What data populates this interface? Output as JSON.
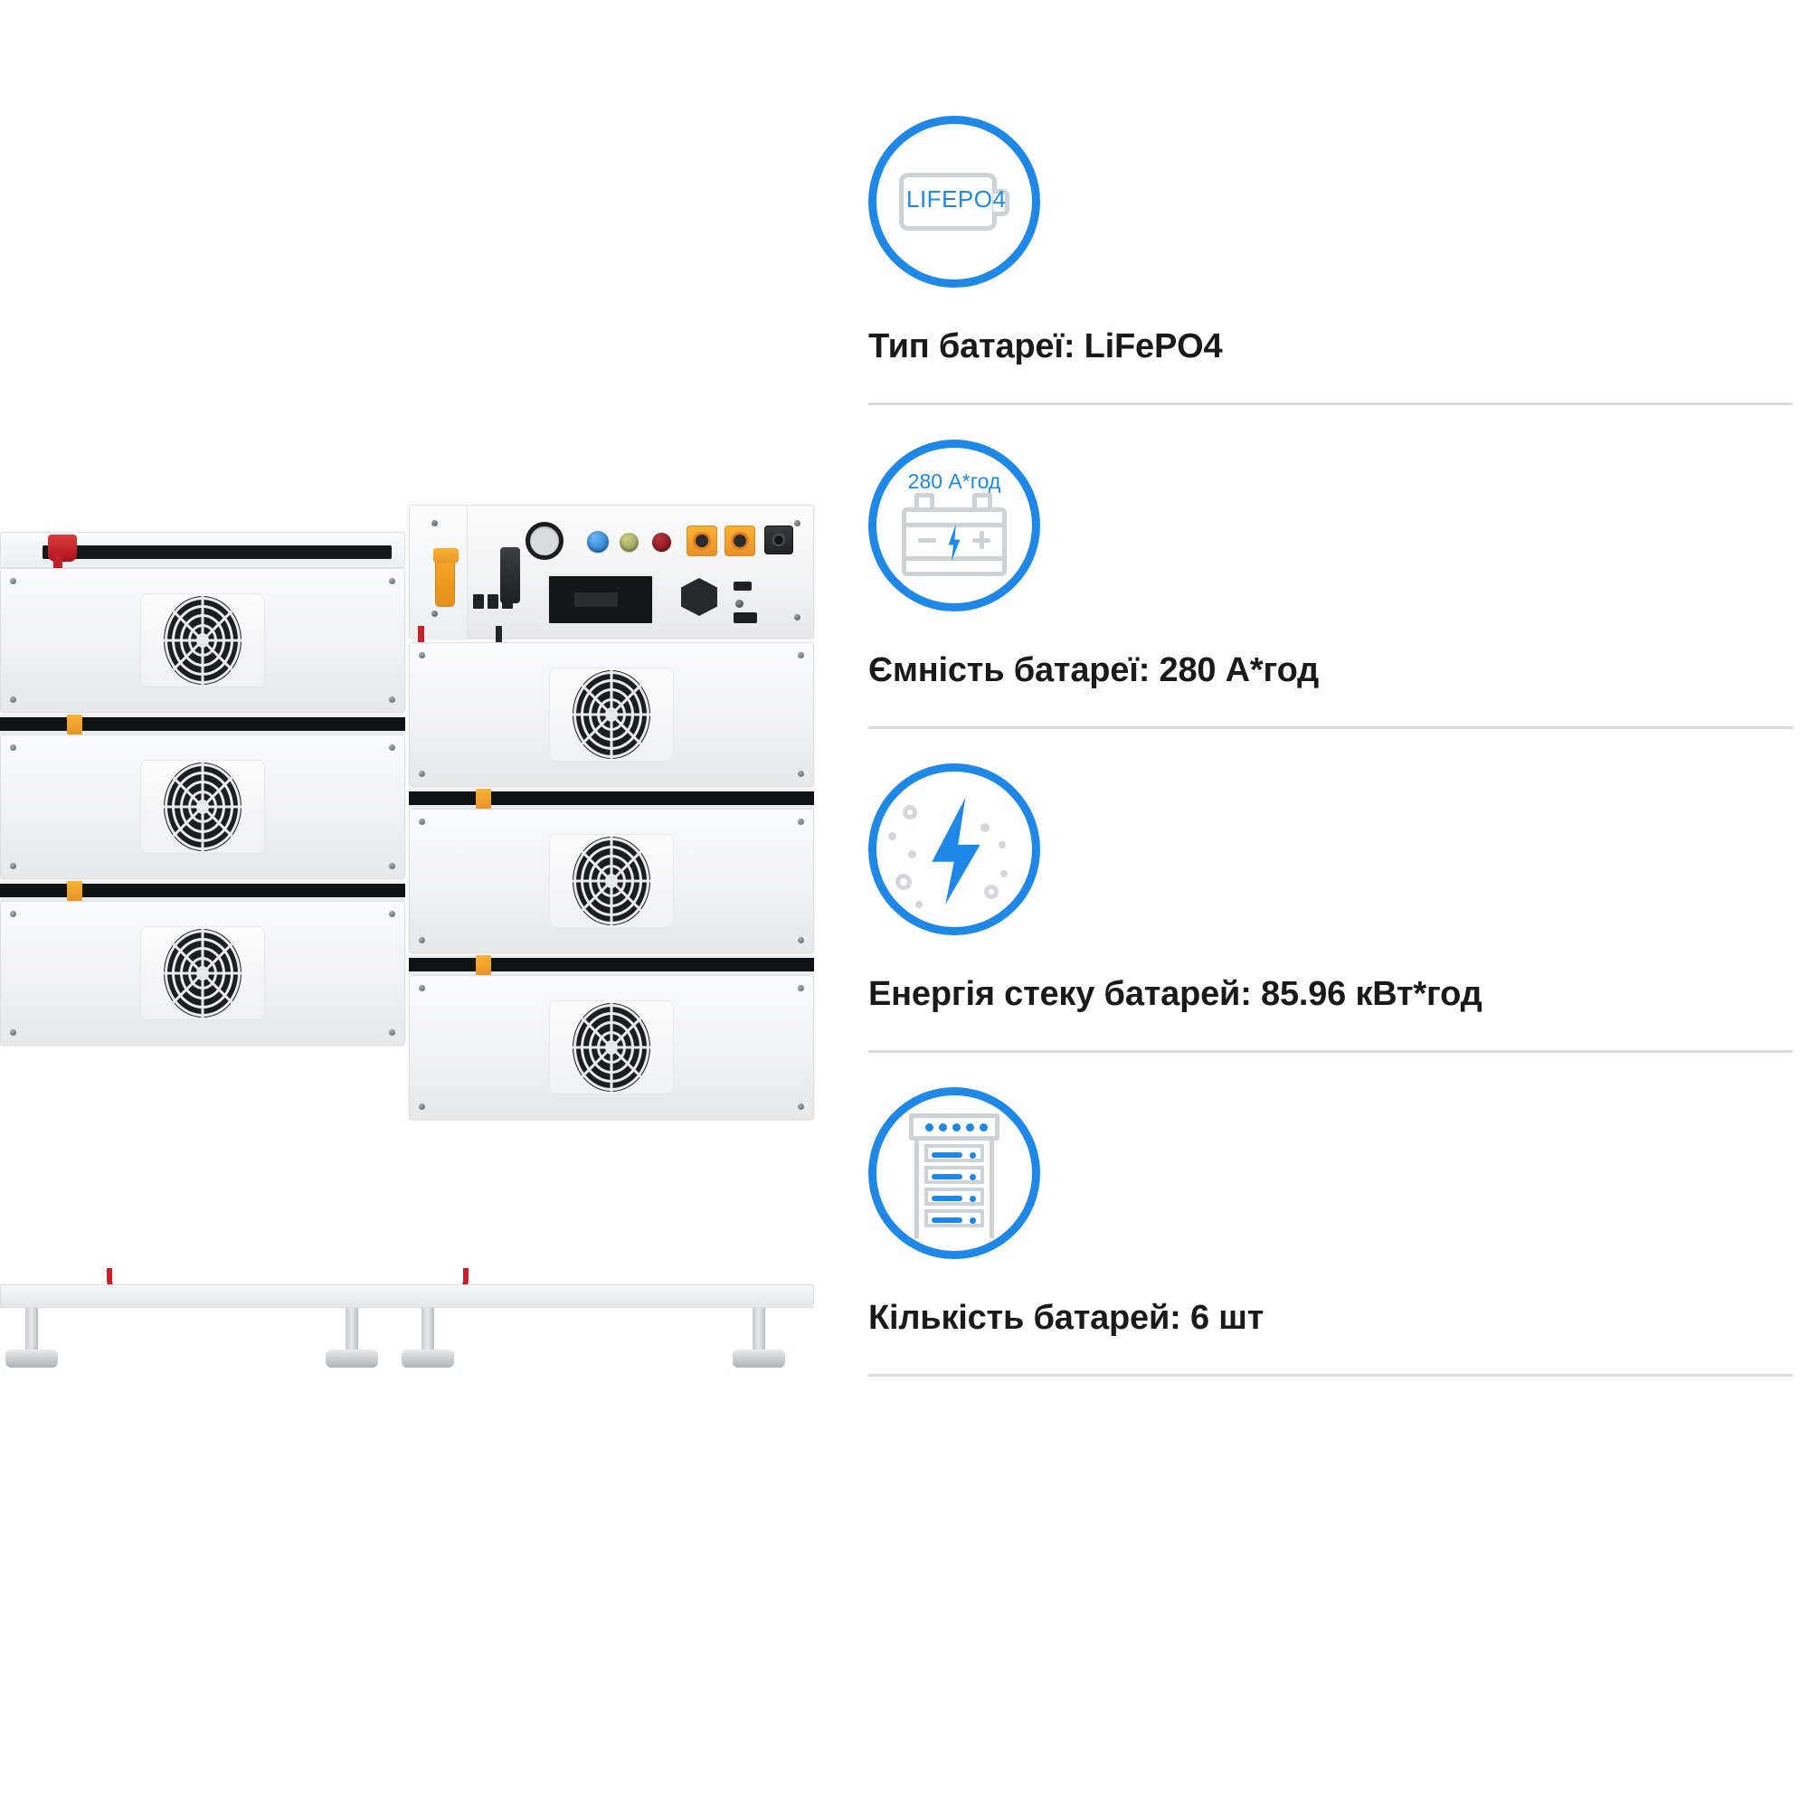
{
  "product_image": {
    "alt": "stack of six white LiFePO4 battery modules with BMS head unit",
    "modules_count": 6,
    "head_unit": {
      "dial": "rotary-selector",
      "indicators": [
        "blue",
        "olive",
        "red"
      ],
      "orange_ports": 2,
      "black_port": 1,
      "display": "lcd-panel"
    }
  },
  "specs": [
    {
      "id": "battery-type",
      "icon": "lifepo4-battery-icon",
      "icon_text": "LIFEPO4",
      "label": "Тип батареї: LiFePO4"
    },
    {
      "id": "battery-capacity",
      "icon": "car-battery-icon",
      "icon_text": "280 А*год",
      "label": "Ємність батареї: 280 А*год"
    },
    {
      "id": "stack-energy",
      "icon": "lightning-bolt-icon",
      "icon_text": "",
      "label": "Енергія стеку батарей: 85.96 кВт*год"
    },
    {
      "id": "battery-count",
      "icon": "battery-rack-icon",
      "icon_text": "",
      "label": "Кількість батарей: 6 шт"
    }
  ],
  "colors": {
    "accent_blue": "#1f87e5",
    "icon_grey": "#cfd2d5",
    "divider_grey": "#d9dadc",
    "text_black": "#1a1a1a",
    "background": "#ffffff",
    "terminal_red": "#c8202a",
    "tab_orange": "#f9b233"
  }
}
